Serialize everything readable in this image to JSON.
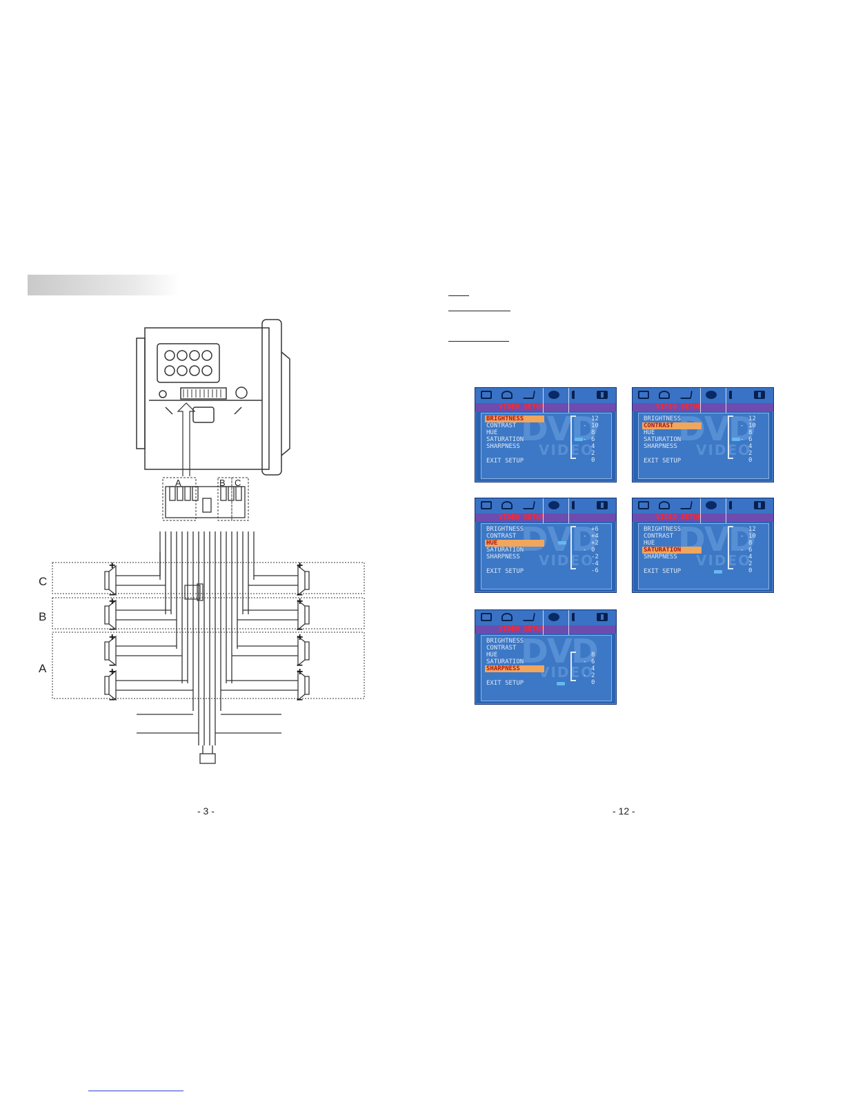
{
  "pages": {
    "left_number": "- 3 -",
    "right_number": "- 12 -"
  },
  "diagram": {
    "connector_labels": [
      "A",
      "B",
      "C"
    ],
    "group_labels": [
      "C",
      "B",
      "A"
    ]
  },
  "menus": {
    "title": "VIDEO SETUP",
    "items": [
      "BRIGHTNESS",
      "CONTRAST",
      "HUE",
      "SATURATION",
      "SHARPNESS",
      "EXIT SETUP"
    ],
    "scale_values": [
      "12",
      "10",
      "8",
      "6",
      "4",
      "2",
      "0"
    ],
    "hue_values": [
      "+6",
      "+4",
      "+2",
      "0",
      "-2",
      "-4",
      "-6"
    ],
    "sharpness_values": [
      "8",
      "6",
      "4",
      "2",
      "0"
    ],
    "watermark_top": "DVD",
    "watermark_bottom": "VIDEO",
    "selected": [
      "BRIGHTNESS",
      "CONTRAST",
      "HUE",
      "SATURATION",
      "SHARPNESS"
    ]
  }
}
